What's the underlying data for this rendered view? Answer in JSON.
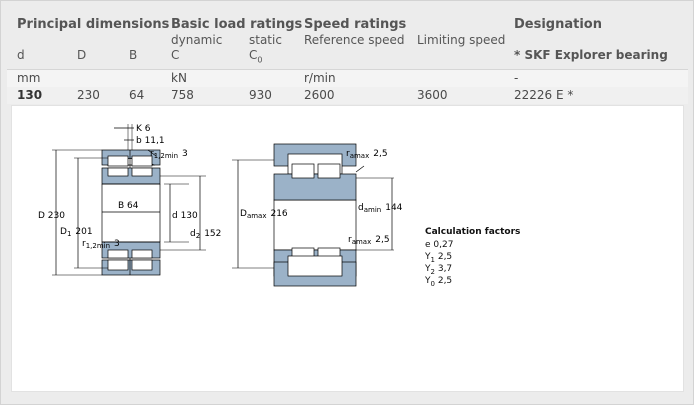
{
  "headers": {
    "principal": "Principal dimensions",
    "basic": "Basic load ratings",
    "speed": "Speed ratings",
    "designation": "Designation"
  },
  "subheaders": {
    "d": "d",
    "D": "D",
    "B": "B",
    "dynamic": "dynamic",
    "static": "static",
    "C": "C",
    "C0": "C",
    "C0_sub": "0",
    "reference": "Reference speed",
    "limiting": "Limiting speed",
    "skf": "* SKF Explorer bearing"
  },
  "units": {
    "mm": "mm",
    "kN": "kN",
    "rmin": "r/min",
    "dash": "-"
  },
  "row": {
    "d": "130",
    "D": "230",
    "B": "64",
    "C": "758",
    "C0": "930",
    "ref": "2600",
    "lim": "3600",
    "designation": "22226 E *"
  },
  "drawing1": {
    "K": "K 6",
    "b": "b 11,1",
    "r12min_top": "r",
    "r12min_top_sub": "1,2min",
    "r12min_top_val": "3",
    "D": "D 230",
    "B": "B 64",
    "d": "d 130",
    "D1": "D",
    "D1_sub": "1",
    "D1_val": "201",
    "r12min_bot": "r",
    "r12min_bot_sub": "1,2min",
    "r12min_bot_val": "3",
    "d2": "d",
    "d2_sub": "2",
    "d2_val": "152"
  },
  "drawing2": {
    "ra_top": "r",
    "ra_top_sub": "amax",
    "ra_top_val": "2,5",
    "Da": "D",
    "Da_sub": "amax",
    "Da_val": "216",
    "da": "d",
    "da_sub": "amin",
    "da_val": "144",
    "ra_bot": "r",
    "ra_bot_sub": "amax",
    "ra_bot_val": "2,5"
  },
  "calc": {
    "title": "Calculation factors",
    "e": "e",
    "e_val": "0,27",
    "Y1": "Y",
    "Y1_sub": "1",
    "Y1_val": "2,5",
    "Y2": "Y",
    "Y2_sub": "2",
    "Y2_val": "3,7",
    "Y0": "Y",
    "Y0_sub": "0",
    "Y0_val": "2,5"
  },
  "colors": {
    "bearing_fill": "#9bb2c8",
    "line": "#000000",
    "header_bg": "#ececec"
  }
}
